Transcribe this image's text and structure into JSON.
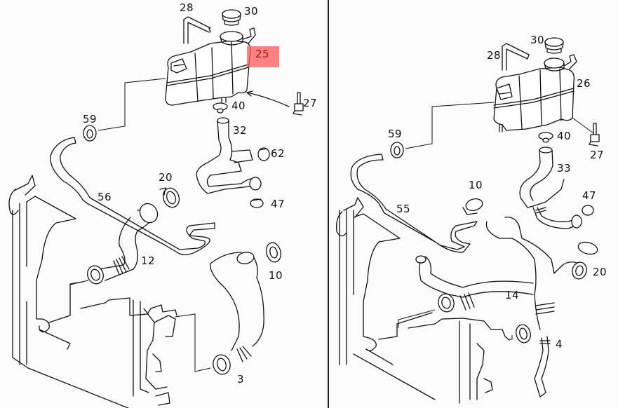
{
  "diagram": {
    "highlight_color": "#ff5a5a",
    "left_panel": {
      "callouts": {
        "c28": "28",
        "c30": "30",
        "c25": "25",
        "c27": "27",
        "c40": "40",
        "c59": "59",
        "c32": "32",
        "c62": "62",
        "c20": "20",
        "c47": "47",
        "c56": "56",
        "c12": "12",
        "c10": "10",
        "c3": "3"
      },
      "highlighted_callout": "25"
    },
    "right_panel": {
      "callouts": {
        "c30": "30",
        "c28": "28",
        "c26": "26",
        "c59": "59",
        "c40": "40",
        "c27": "27",
        "c10": "10",
        "c33": "33",
        "c47": "47",
        "c55": "55",
        "c20": "20",
        "c14": "14",
        "c4": "4"
      }
    }
  }
}
